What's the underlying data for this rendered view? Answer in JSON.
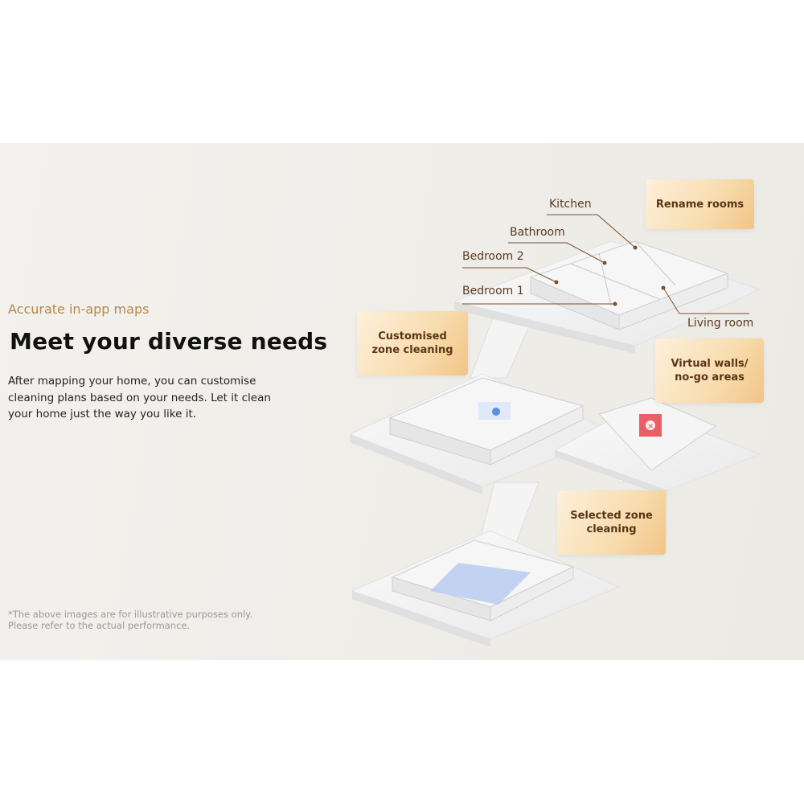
{
  "header": {
    "eyebrow": "Accurate in-app maps",
    "title": "Meet your diverse needs",
    "body": "After mapping your home, you can customise cleaning plans based on your needs. Let it clean your home just the way you like it."
  },
  "disclaimer": {
    "line1": "*The above images are for illustrative purposes only.",
    "line2": "Please refer to the actual performance."
  },
  "rooms": {
    "kitchen": "Kitchen",
    "bathroom": "Bathroom",
    "bedroom2": "Bedroom 2",
    "bedroom1": "Bedroom 1",
    "living": "Living room"
  },
  "callouts": {
    "rename": "Rename rooms",
    "custom_1": "Customised",
    "custom_2": "zone cleaning",
    "walls_1": "Virtual walls/",
    "walls_2": "no-go areas",
    "selected_1": "Selected zone",
    "selected_2": "cleaning"
  },
  "colors": {
    "accent": "#b8874a",
    "zone_blue": "#b9cdf0",
    "no_go_red": "#e8434b"
  }
}
